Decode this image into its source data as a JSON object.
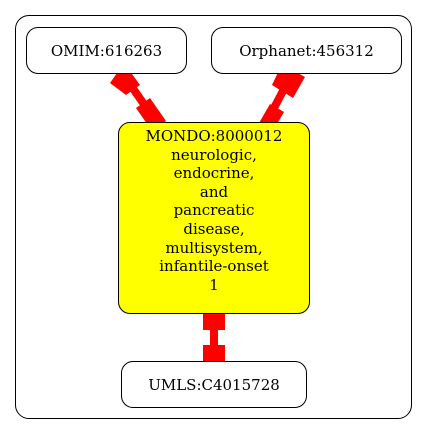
{
  "nodes": {
    "omim": {
      "label": "OMIM:616263"
    },
    "orphanet": {
      "label": "Orphanet:456312"
    },
    "mondo": {
      "lines": [
        "MONDO:8000012",
        "neurologic,",
        "endocrine,",
        "and",
        "pancreatic",
        "disease,",
        "multisystem,",
        "infantile-onset",
        "1"
      ],
      "fill": "#ffff00"
    },
    "umls": {
      "label": "UMLS:C4015728"
    }
  },
  "edge_color": "#ff0000"
}
